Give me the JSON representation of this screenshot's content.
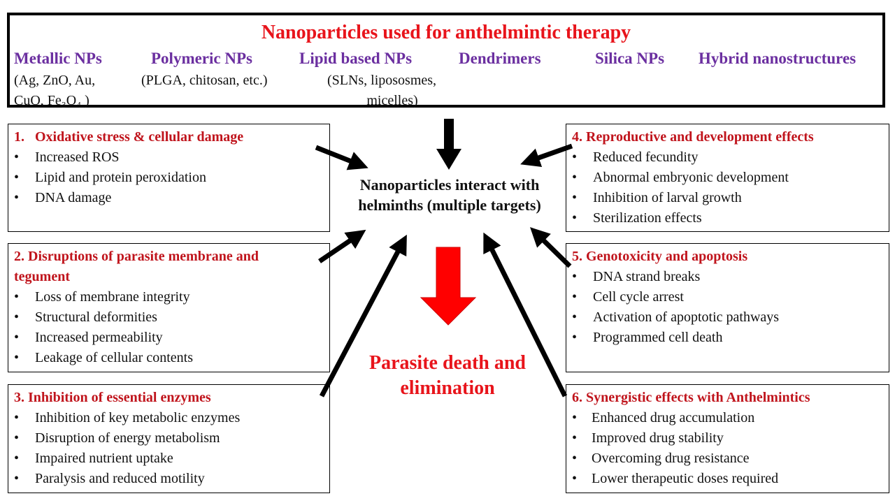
{
  "header": {
    "title": "Nanoparticles used for anthelmintic therapy",
    "categories": [
      {
        "name": "Metallic NPs",
        "examples": [
          "(Ag, ZnO, Au,",
          "CuO, Fe₃O₄ )"
        ]
      },
      {
        "name": "Polymeric NPs",
        "examples": [
          "(PLGA, chitosan, etc.)"
        ]
      },
      {
        "name": "Lipid based NPs",
        "examples": [
          "(SLNs, lipososmes,",
          "micelles)"
        ]
      },
      {
        "name": "Dendrimers"
      },
      {
        "name": "Silica NPs"
      },
      {
        "name": "Hybrid nanostructures"
      }
    ]
  },
  "center": {
    "line1": "Nanoparticles interact with",
    "line2": "helminths (multiple targets)"
  },
  "outcome": {
    "line1": "Parasite death and",
    "line2": "elimination"
  },
  "boxes": [
    {
      "title": "1.   Oxidative stress & cellular damage",
      "items": [
        "Increased ROS",
        "Lipid and protein peroxidation",
        "DNA damage"
      ]
    },
    {
      "title_line1": "2. Disruptions of parasite membrane and",
      "title_line2": "tegument",
      "items": [
        "Loss of membrane integrity",
        "Structural deformities",
        "Increased permeability",
        "Leakage of cellular contents"
      ]
    },
    {
      "title": "3. Inhibition of essential enzymes",
      "items": [
        "Inhibition of key metabolic enzymes",
        "Disruption of energy metabolism",
        "Impaired nutrient uptake",
        "Paralysis and reduced motility"
      ]
    },
    {
      "title": "4. Reproductive and development effects",
      "items": [
        "Reduced fecundity",
        "Abnormal embryonic development",
        "Inhibition of larval growth",
        "Sterilization effects"
      ]
    },
    {
      "title": "5. Genotoxicity and apoptosis",
      "items": [
        "DNA strand breaks",
        "Cell cycle arrest",
        "Activation of apoptotic pathways",
        "Programmed cell death"
      ]
    },
    {
      "title": "6. Synergistic effects with Anthelmintics",
      "items": [
        "Enhanced drug accumulation",
        "Improved drug stability",
        "Overcoming drug resistance",
        "Lower therapeutic doses required"
      ]
    }
  ],
  "colors": {
    "title_red": "#e8141b",
    "category_purple": "#6b2fa0",
    "box_title_red": "#c0141c",
    "arrow_red": "#ff0000",
    "arrow_black": "#000000"
  }
}
